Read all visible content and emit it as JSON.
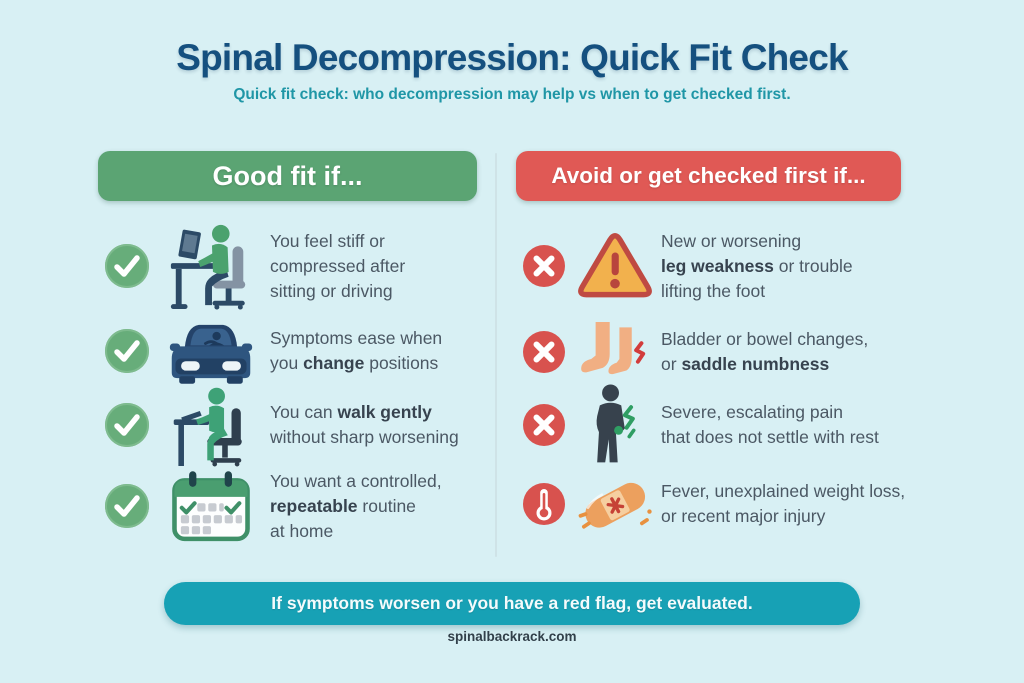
{
  "header": {
    "title": "Spinal Decompression: Quick Fit Check",
    "subtitle": "Quick fit check: who decompression may help vs when to get checked first."
  },
  "good_column": {
    "title": "Good fit if...",
    "items": [
      {
        "icon": "person-at-desk-computer",
        "badge": "check",
        "lines": [
          [
            {
              "text": "You feel stiff or",
              "bold": false
            }
          ],
          [
            {
              "text": "compressed after",
              "bold": false
            }
          ],
          [
            {
              "text": "sitting or driving",
              "bold": false
            }
          ]
        ]
      },
      {
        "icon": "car-with-driver",
        "badge": "check",
        "lines": [
          [
            {
              "text": "Symptoms ease when",
              "bold": false
            }
          ],
          [
            {
              "text": "you ",
              "bold": false
            },
            {
              "text": "change",
              "bold": true
            },
            {
              "text": " positions",
              "bold": false
            }
          ]
        ]
      },
      {
        "icon": "person-seated-at-desk",
        "badge": "check",
        "lines": [
          [
            {
              "text": "You can ",
              "bold": false
            },
            {
              "text": "walk gently",
              "bold": true
            }
          ],
          [
            {
              "text": "without sharp worsening",
              "bold": false
            }
          ]
        ]
      },
      {
        "icon": "calendar-with-checks",
        "badge": "check",
        "lines": [
          [
            {
              "text": "You want a controlled,",
              "bold": false
            }
          ],
          [
            {
              "text": "repeatable",
              "bold": true
            },
            {
              "text": " routine",
              "bold": false
            }
          ],
          [
            {
              "text": "at home",
              "bold": false
            }
          ]
        ]
      }
    ]
  },
  "avoid_column": {
    "title": "Avoid or get checked first if...",
    "items": [
      {
        "icon": "warning-triangle",
        "badge": "cross",
        "lines": [
          [
            {
              "text": "New or worsening",
              "bold": false
            }
          ],
          [
            {
              "text": "leg weakness",
              "bold": true
            },
            {
              "text": " or trouble",
              "bold": false
            }
          ],
          [
            {
              "text": "lifting the foot",
              "bold": false
            }
          ]
        ]
      },
      {
        "icon": "feet",
        "badge": "cross",
        "lines": [
          [
            {
              "text": "Bladder or bowel changes,",
              "bold": false
            }
          ],
          [
            {
              "text": "or ",
              "bold": false
            },
            {
              "text": "saddle numbness",
              "bold": true
            }
          ]
        ]
      },
      {
        "icon": "person-with-pain",
        "badge": "cross",
        "lines": [
          [
            {
              "text": "Severe, escalating pain",
              "bold": false
            }
          ],
          [
            {
              "text": "that does not settle with rest",
              "bold": false
            }
          ]
        ]
      },
      {
        "icon": "bandage",
        "badge": "thermometer",
        "lines": [
          [
            {
              "text": "Fever, unexplained weight loss,",
              "bold": false
            }
          ],
          [
            {
              "text": "or recent major injury",
              "bold": false
            }
          ]
        ]
      }
    ]
  },
  "footer": {
    "banner": "If symptoms worsen or you have a red flag, get evaluated.",
    "website": "spinalbackrack.com"
  },
  "colors": {
    "background": "#d8f0f4",
    "title": "#15507f",
    "subtitle": "#1f96a6",
    "good_header": "#5ba473",
    "avoid_header": "#e05955",
    "check_green": "#67ad7a",
    "cross_red": "#d8524e",
    "body_text": "#4b5864",
    "banner_teal": "#17a1b5",
    "warning_fill": "#f2b14d",
    "warning_border": "#bf4a42"
  }
}
